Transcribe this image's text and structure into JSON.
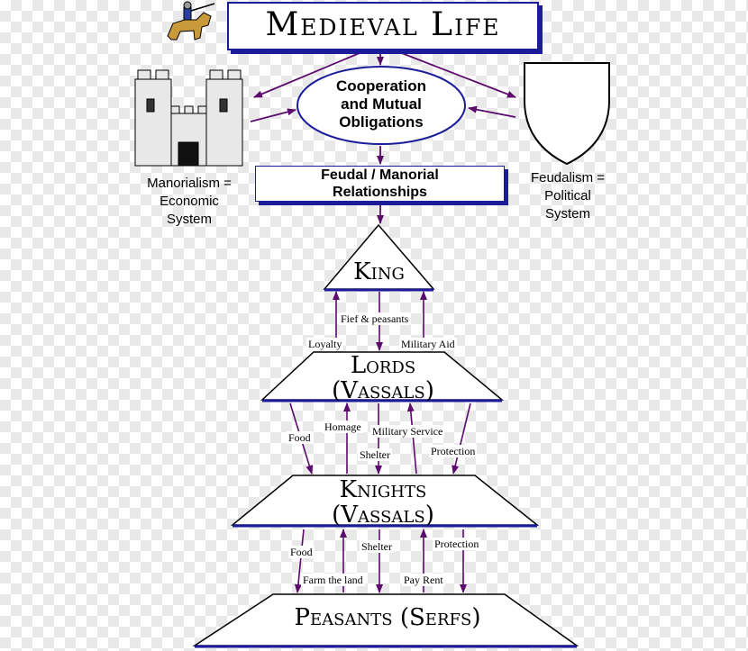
{
  "title": "Medieval Life",
  "center": {
    "line1": "Cooperation",
    "line2": "and Mutual",
    "line3": "Obligations"
  },
  "left_caption": {
    "line1": "Manorialism =",
    "line2": "Economic",
    "line3": "System"
  },
  "right_caption": {
    "line1": "Feudalism =",
    "line2": "Political",
    "line3": "System"
  },
  "relationship_box": {
    "line1": "Feudal / Manorial",
    "line2": "Relationships"
  },
  "tiers": {
    "king": "King",
    "lords_line1": "Lords",
    "lords_line2": "(Vassals)",
    "knights_line1": "Knights",
    "knights_line2": "(Vassals)",
    "peasants": "Peasants (Serfs)"
  },
  "links": {
    "king_lords": {
      "fief": "Fief & peasants",
      "loyalty": "Loyalty",
      "military_aid": "Military Aid"
    },
    "lords_knights": {
      "food": "Food",
      "homage": "Homage",
      "military_service": "Military Service",
      "shelter": "Shelter",
      "protection": "Protection"
    },
    "knights_peasants": {
      "food": "Food",
      "shelter": "Shelter",
      "protection": "Protection",
      "farm": "Farm the land",
      "pay_rent": "Pay Rent"
    }
  },
  "colors": {
    "blue": "#1c1c9a",
    "arrow": "#5c0a6e",
    "knight_horse": "#c89a3a"
  },
  "icons": {
    "castle": "castle-icon",
    "shield": "shield-icon",
    "knight": "knight-on-horse-icon"
  }
}
